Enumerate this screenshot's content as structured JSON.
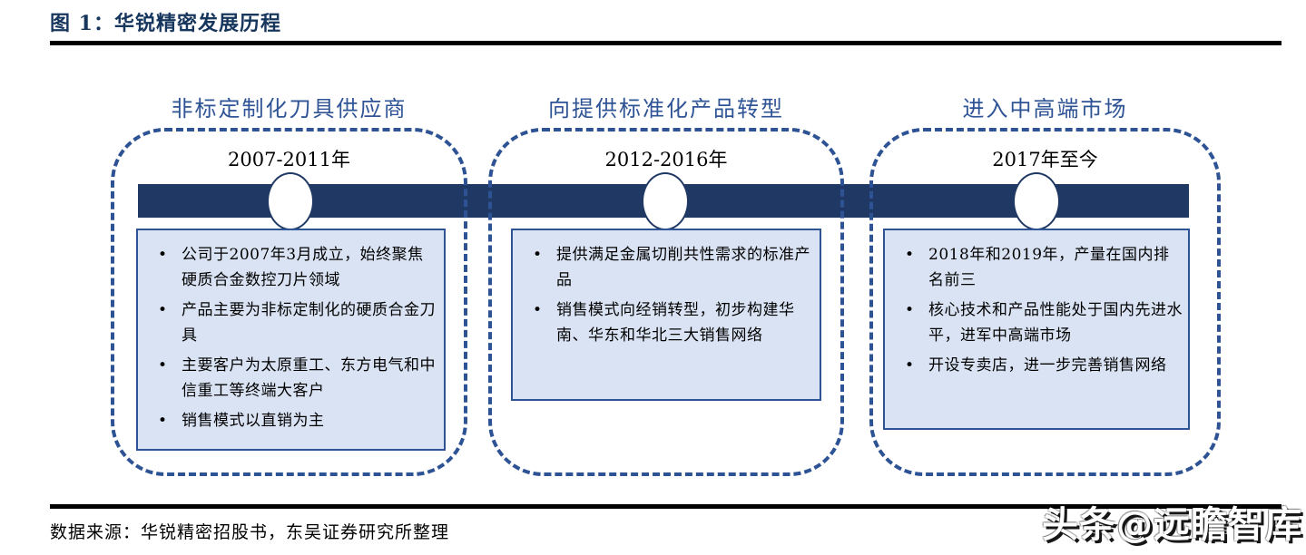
{
  "title": "图 1：华锐精密发展历程",
  "phases": [
    {
      "header": "非标定制化刀具供应商",
      "period": "2007-2011年",
      "bullets": [
        "公司于2007年3月成立，始终聚焦硬质合金数控刀片领域",
        "产品主要为非标定制化的硬质合金刀具",
        "主要客户为太原重工、东方电气和中信重工等终端大客户",
        "销售模式以直销为主"
      ]
    },
    {
      "header": "向提供标准化产品转型",
      "period": "2012-2016年",
      "bullets": [
        "提供满足金属切削共性需求的标准产品",
        "销售模式向经销转型，初步构建华南、华东和华北三大销售网络"
      ]
    },
    {
      "header": "进入中高端市场",
      "period": "2017年至今",
      "bullets": [
        "2018年和2019年，产量在国内排名前三",
        "核心技术和产品性能处于国内先进水平，进军中高端市场",
        "开设专卖店，进一步完善销售网络"
      ]
    }
  ],
  "footer": {
    "source": "数据来源：华锐精密招股书，东吴证券研究所整理",
    "watermark": "头条@远瞻智库"
  },
  "ui": {
    "bullet_char": "•"
  },
  "colors": {
    "title_text": "#17365D",
    "timeline_bar": "#1F3864",
    "dashed_border": "#2E5395",
    "phase_header_text": "#2F5496",
    "info_box_fill": "#DAE3F3",
    "info_box_border": "#2F5496",
    "rule": "#000000",
    "watermark_fill": "#FFFFFF"
  }
}
